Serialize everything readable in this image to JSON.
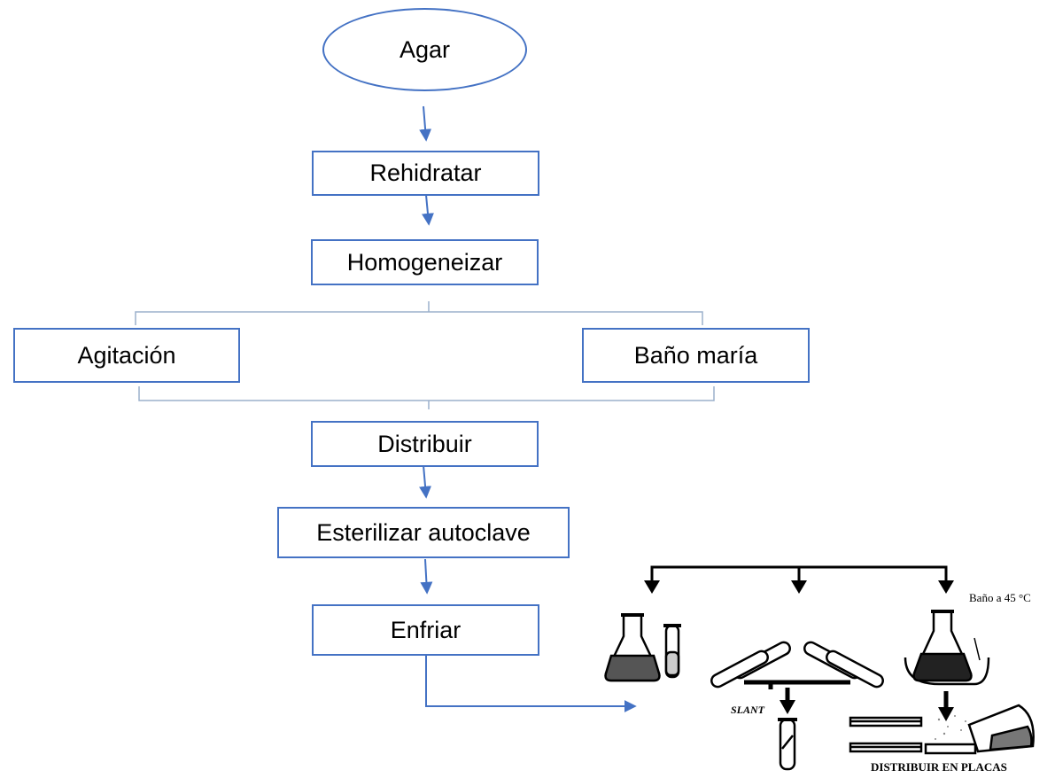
{
  "diagram": {
    "start": "Agar",
    "steps": {
      "rehidratar": "Rehidratar",
      "homogeneizar": "Homogeneizar",
      "agitacion": "Agitación",
      "bano_maria": "Baño maría",
      "distribuir": "Distribuir",
      "esterilizar": "Esterilizar autoclave",
      "enfriar": "Enfriar"
    },
    "illustration": {
      "bath_label": "Baño a 45 °C",
      "slant_label": "SLANT",
      "plates_label": "DISTRIBUIR EN PLACAS"
    }
  },
  "colors": {
    "stroke": "#4472c4",
    "ink": "#000000"
  }
}
